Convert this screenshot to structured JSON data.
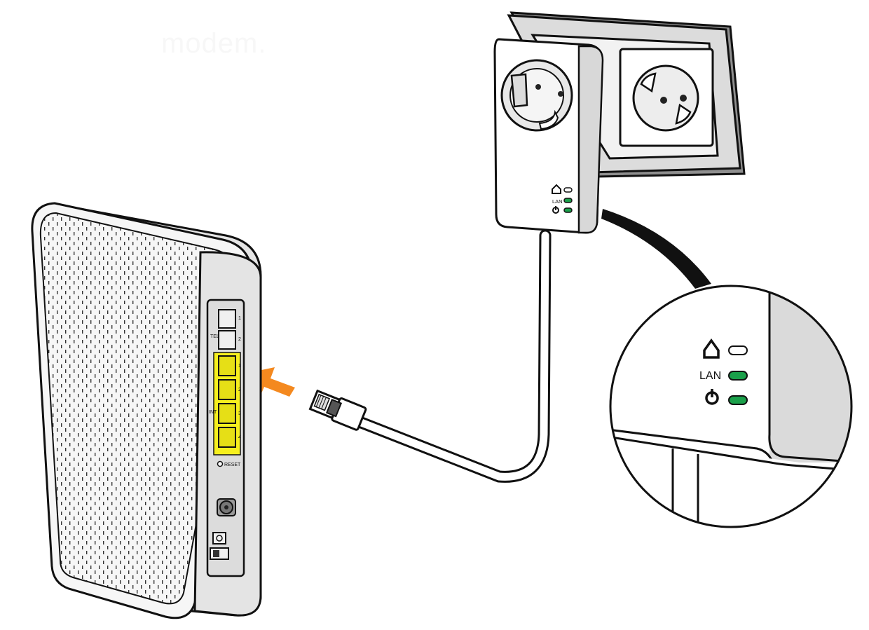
{
  "background_text": "modem.",
  "modem": {
    "tel_label": "TEL",
    "int_label": "INT",
    "tel_ports": [
      "1",
      "2"
    ],
    "int_ports": [
      "1",
      "2",
      "3",
      "4"
    ],
    "reset_label": "RESET",
    "highlight_color": "#f6ef1e"
  },
  "adapter": {
    "lan_label": "LAN",
    "led_green": "#1aa04a",
    "icons": [
      "home-icon",
      "power-icon"
    ]
  },
  "zoom": {
    "lan_label": "LAN"
  },
  "arrow_color": "#f4891f"
}
